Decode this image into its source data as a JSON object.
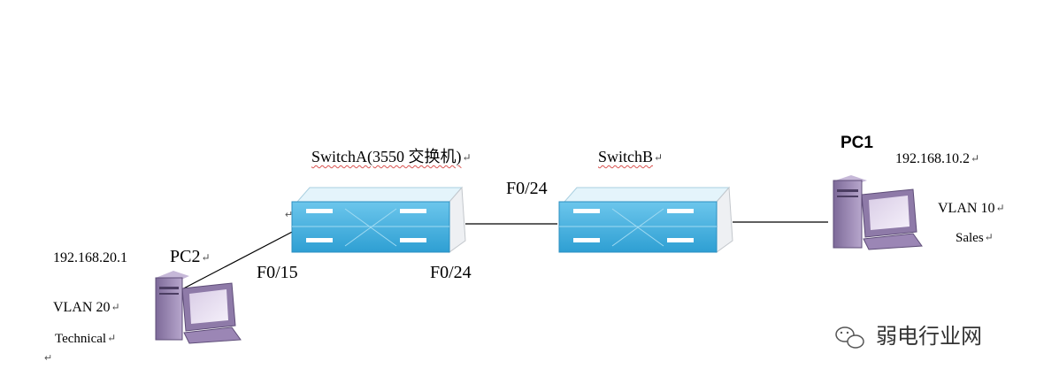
{
  "nodes": {
    "switch_a": {
      "label": "SwitchA(3550 交换机)"
    },
    "switch_b": {
      "label": "SwitchB"
    },
    "pc1": {
      "label": "PC1",
      "ip": "192.168.10.2",
      "vlan": "VLAN 10",
      "department": "Sales"
    },
    "pc2": {
      "label": "PC2",
      "ip": "192.168.20.1",
      "vlan": "VLAN 20",
      "department": "Technical"
    }
  },
  "ports": {
    "switch_a_pc2": "F0/15",
    "switch_a_trunk": "F0/24",
    "switch_b_trunk": "F0/24"
  },
  "marks": {
    "return": "↵",
    "arrow": "↵"
  },
  "watermark": {
    "text": "弱电行业网"
  },
  "colors": {
    "switch_top": "#dff2fa",
    "switch_front": "#4fb7e3",
    "switch_side": "#eef1f4",
    "pc_body": "#9b86b5",
    "line": "#000000"
  },
  "icons": [
    "switch-icon",
    "computer-icon",
    "wechat-logo-icon"
  ]
}
